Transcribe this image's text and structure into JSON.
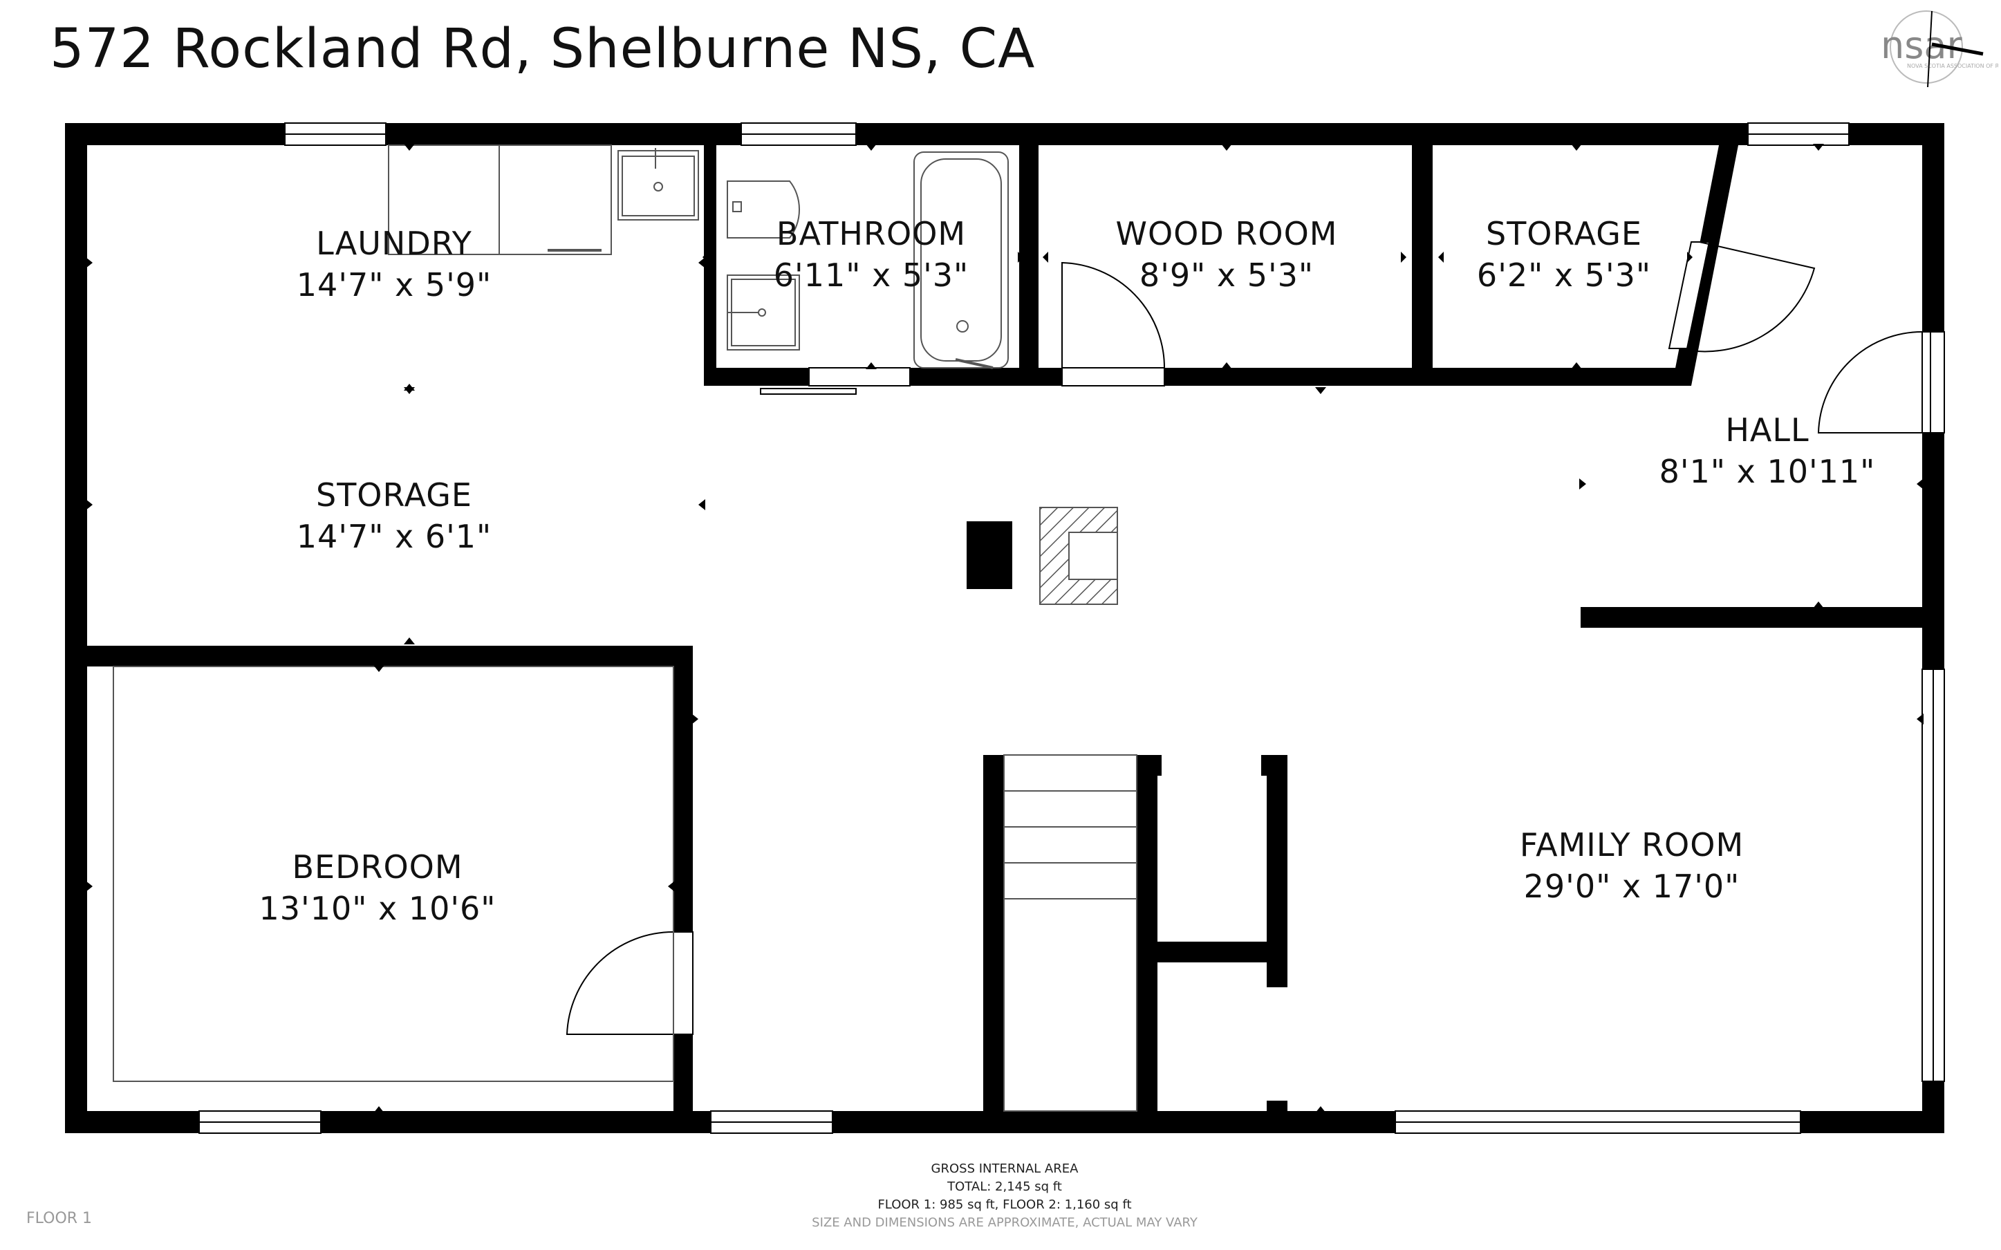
{
  "address": "572 Rockland Rd, Shelburne NS, CA",
  "rooms": {
    "laundry": {
      "name": "LAUNDRY",
      "dims": "14'7\" x 5'9\""
    },
    "bathroom": {
      "name": "BATHROOM",
      "dims": "6'11\" x 5'3\""
    },
    "wood_room": {
      "name": "WOOD ROOM",
      "dims": "8'9\" x 5'3\""
    },
    "storage_top": {
      "name": "STORAGE",
      "dims": "6'2\" x 5'3\""
    },
    "hall": {
      "name": "HALL",
      "dims": "8'1\" x 10'11\""
    },
    "storage_left": {
      "name": "STORAGE",
      "dims": "14'7\" x 6'1\""
    },
    "bedroom": {
      "name": "BEDROOM",
      "dims": "13'10\" x 10'6\""
    },
    "family_room": {
      "name": "FAMILY ROOM",
      "dims": "29'0\" x 17'0\""
    }
  },
  "area": {
    "heading": "GROSS INTERNAL AREA",
    "total": "TOTAL: 2,145 sq ft",
    "floors": "FLOOR 1: 985 sq ft, FLOOR 2: 1,160 sq ft",
    "note": "SIZE AND DIMENSIONS ARE APPROXIMATE, ACTUAL MAY VARY"
  },
  "floor_label": "FLOOR 1",
  "logo": {
    "text": "nsar",
    "tagline": "NOVA SCOTIA ASSOCIATION OF REALTORS"
  },
  "colors": {
    "wall": "#000000",
    "fixture": "#555555",
    "faint": "#999999"
  }
}
